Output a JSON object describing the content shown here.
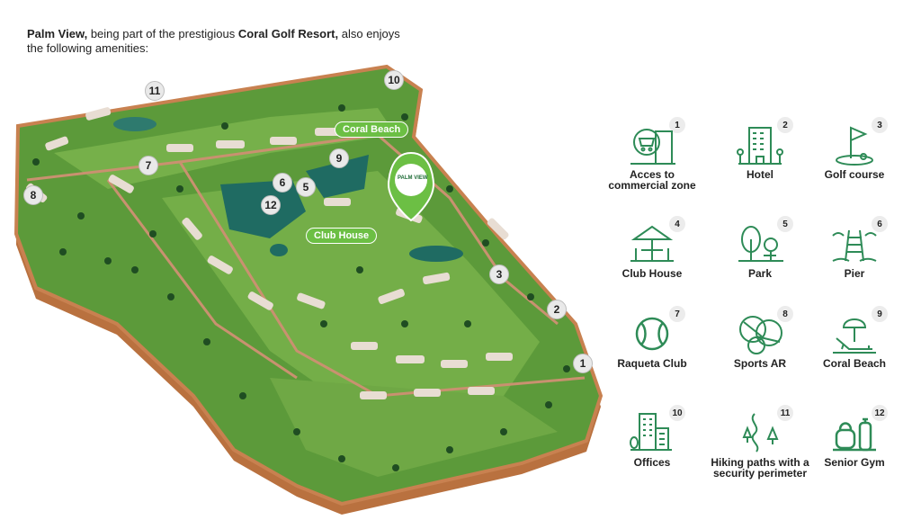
{
  "intro": {
    "brand": "Palm View,",
    "text1": " being part of the prestigious ",
    "resort": "Coral Golf Resort,",
    "text2": " also enjoys the following amenities:"
  },
  "map_labels": {
    "coral_beach": "Coral Beach",
    "club_house": "Club House",
    "logo_text": "PALM VIEW"
  },
  "map_numbers": [
    "1",
    "2",
    "3",
    "5",
    "6",
    "7",
    "8",
    "9",
    "10",
    "11",
    "12"
  ],
  "amenities": [
    {
      "num": "1",
      "label": "Acces to commercial zone",
      "icon": "shop-icon"
    },
    {
      "num": "2",
      "label": "Hotel",
      "icon": "hotel-icon"
    },
    {
      "num": "3",
      "label": "Golf course",
      "icon": "golf-flag-icon"
    },
    {
      "num": "4",
      "label": "Club House",
      "icon": "umbrella-table-icon"
    },
    {
      "num": "5",
      "label": "Park",
      "icon": "park-icon"
    },
    {
      "num": "6",
      "label": "Pier",
      "icon": "pier-icon"
    },
    {
      "num": "7",
      "label": "Raqueta Club",
      "icon": "tennis-ball-icon"
    },
    {
      "num": "8",
      "label": "Sports AR",
      "icon": "sports-balls-icon"
    },
    {
      "num": "9",
      "label": "Coral Beach",
      "icon": "beach-chair-icon"
    },
    {
      "num": "10",
      "label": "Offices",
      "icon": "office-building-icon"
    },
    {
      "num": "11",
      "label": "Hiking paths with a security perimeter",
      "icon": "hiking-path-icon"
    },
    {
      "num": "12",
      "label": "Senior Gym",
      "icon": "gym-icon"
    }
  ],
  "colors": {
    "accent": "#2e8b57",
    "grass": "#5c9a3a",
    "soil": "#c88150",
    "badge_green": "#6cbf44"
  }
}
